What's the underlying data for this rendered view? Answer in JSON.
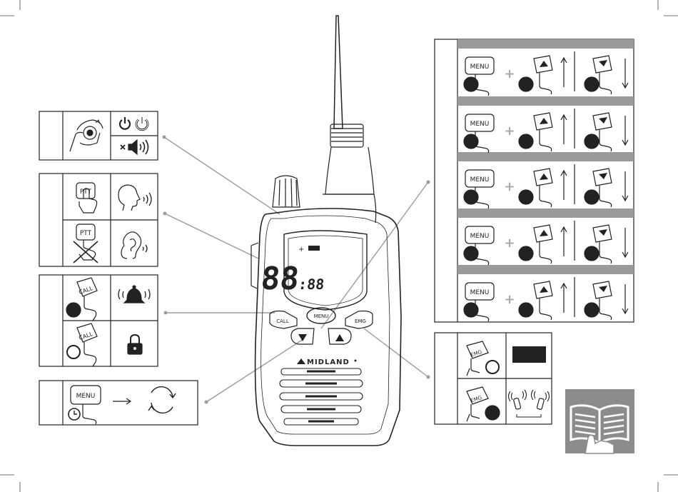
{
  "radio": {
    "brand": "MIDLAND",
    "display_digits": "88",
    "display_small_digits": ":88",
    "keys": {
      "menu": "MENU",
      "call": "CALL",
      "emg": "EMG",
      "ptt": "PTT"
    }
  },
  "legend_keys": {
    "menu": "MENU",
    "ptt": "PTT",
    "call": "CALL",
    "emg": "EMG"
  },
  "menu_rows": [
    {
      "combine": "+"
    },
    {
      "combine": "+"
    },
    {
      "combine": "+"
    },
    {
      "combine": "+"
    },
    {
      "combine": "+"
    }
  ],
  "colors": {
    "outline": "#222222",
    "leader": "#999999",
    "panel_header": "#9a9a9a",
    "menu_combine": "#a8a8a8",
    "book_bg": "#8c8c8c"
  },
  "icons": {
    "power": "power-icon",
    "mute_volume": "speaker-mute-volume-icon",
    "talk": "head-speaking-icon",
    "listen": "ear-icon",
    "bell": "bell-icon",
    "lock": "padlock-icon",
    "cycle": "cycle-arrows-icon",
    "transmit": "walkie-talkie-icon",
    "manual": "open-book-icon"
  }
}
